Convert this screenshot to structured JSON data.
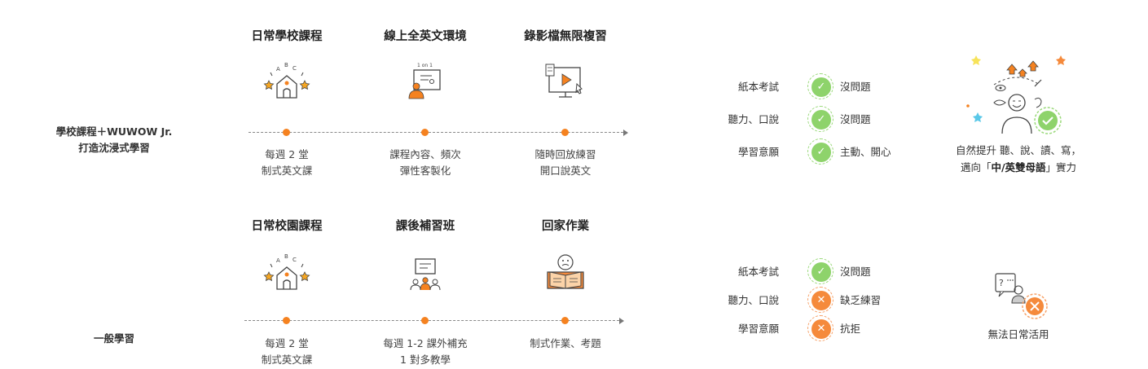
{
  "rows": [
    {
      "label_lines": [
        "學校課程＋WUWOW Jr.",
        "打造沈浸式學習"
      ],
      "columns": [
        {
          "title": "日常學校課程",
          "icon": "school-abc-icon",
          "desc_lines": [
            "每週 2 堂",
            "制式英文課"
          ]
        },
        {
          "title": "線上全英文環境",
          "icon": "online-1on1-icon",
          "icon_text": "1 on 1",
          "desc_lines": [
            "課程內容、頻次",
            "彈性客製化"
          ]
        },
        {
          "title": "錄影檔無限複習",
          "icon": "video-replay-icon",
          "desc_lines": [
            "隨時回放練習",
            "開口說英文"
          ]
        }
      ],
      "results": [
        {
          "label": "紙本考試",
          "status": "ok",
          "value": "沒問題"
        },
        {
          "label": "聽力、口說",
          "status": "ok",
          "value": "沒問題"
        },
        {
          "label": "學習意願",
          "status": "ok",
          "value": "主動、開心"
        }
      ],
      "outcome": {
        "line1": "自然提升 聽、說、讀、寫，",
        "line2_pre": "邁向「",
        "line2_bold": "中/英雙母語",
        "line2_post": "」實力",
        "icon": "bilingual-kid-icon"
      }
    },
    {
      "label_lines": [
        "一般學習"
      ],
      "columns": [
        {
          "title": "日常校園課程",
          "icon": "school-abc-icon",
          "desc_lines": [
            "每週 2 堂",
            "制式英文課"
          ]
        },
        {
          "title": "課後補習班",
          "icon": "cram-class-icon",
          "desc_lines": [
            "每週 1-2 課外補充",
            "1 對多教學"
          ]
        },
        {
          "title": "回家作業",
          "icon": "homework-book-icon",
          "desc_lines": [
            "制式作業、考題"
          ]
        }
      ],
      "results": [
        {
          "label": "紙本考試",
          "status": "ok",
          "value": "沒問題"
        },
        {
          "label": "聽力、口說",
          "status": "no",
          "value": "缺乏練習"
        },
        {
          "label": "學習意願",
          "status": "no",
          "value": "抗拒"
        }
      ],
      "outcome": {
        "line1": "無法日常活用",
        "icon": "confused-kid-icon"
      }
    }
  ],
  "icon_letters": {
    "a": "A",
    "b": "B",
    "c": "C"
  },
  "colors": {
    "accent": "#f58220",
    "ok": "#8ed36b",
    "no": "#f58a3c",
    "text": "#333333"
  }
}
